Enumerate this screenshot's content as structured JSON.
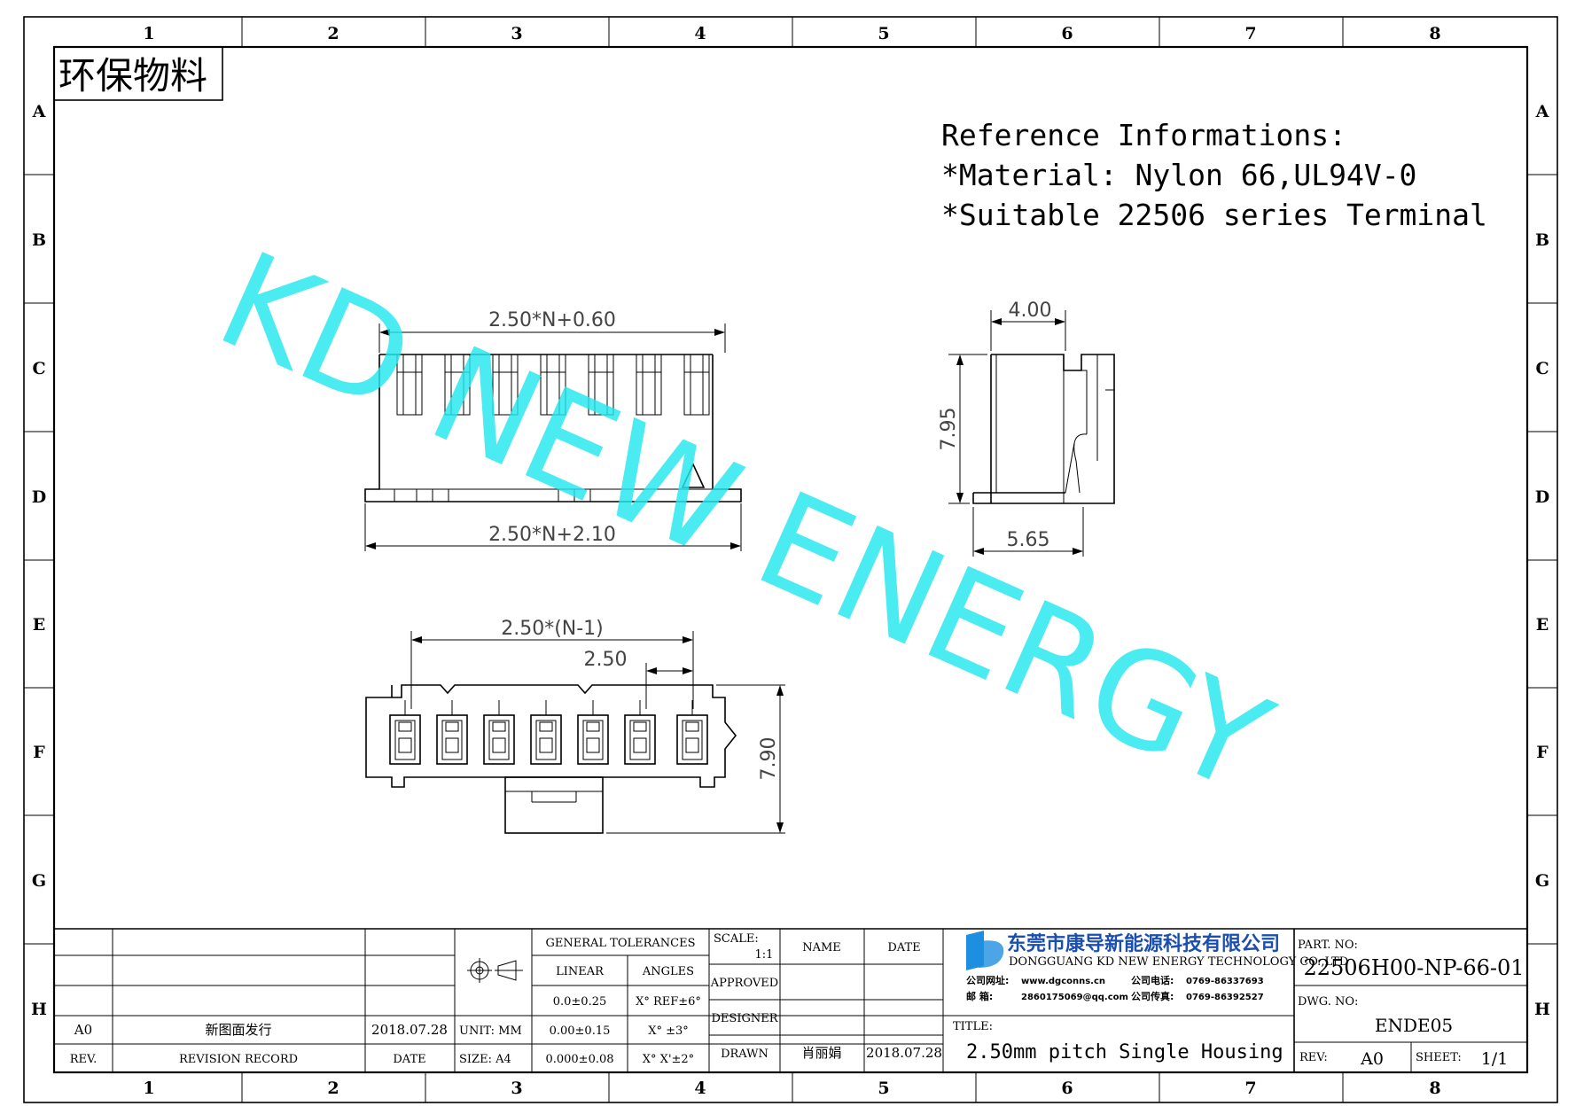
{
  "eco_label": "环保物料",
  "reference": {
    "line1": "Reference Informations:",
    "line2": "*Material: Nylon 66,UL94V-0",
    "line3": "*Suitable 22506 series Terminal"
  },
  "watermark": "KD NEW ENERGY",
  "zones": {
    "columns": [
      "1",
      "2",
      "3",
      "4",
      "5",
      "6",
      "7",
      "8"
    ],
    "rows": [
      "A",
      "B",
      "C",
      "D",
      "E",
      "F",
      "G",
      "H"
    ]
  },
  "dimensions": {
    "top_width": "2.50*N+0.60",
    "bottom_width": "2.50*N+2.10",
    "side_width": "4.00",
    "side_height": "7.95",
    "side_base": "5.65",
    "front_span": "2.50*(N-1)",
    "pitch": "2.50",
    "front_height": "7.90"
  },
  "title_block": {
    "revision": {
      "rev": "A0",
      "record": "新图面发行",
      "date": "2018.07.28",
      "col_rev": "REV.",
      "col_record": "REVISION RECORD",
      "col_date": "DATE"
    },
    "unit_label": "UNIT: MM",
    "size_label": "SIZE: A4",
    "tolerances": {
      "header": "GENERAL TOLERANCES",
      "linear_header": "LINEAR",
      "angles_header": "ANGLES",
      "linear": [
        "0.0±0.25",
        "0.00±0.15",
        "0.000±0.08"
      ],
      "angles": [
        "X° REF±6°",
        "X° ±3°",
        "X° X'±2°"
      ]
    },
    "scale_label": "SCALE:",
    "scale_value": "1:1",
    "name_header": "NAME",
    "date_header": "DATE",
    "approved_label": "APPROVED",
    "designer_label": "DESIGNER",
    "drawn_label": "DRAWN",
    "drawn_name": "肖丽娟",
    "drawn_date": "2018.07.28",
    "company": {
      "name_cn": "东莞市康导新能源科技有限公司",
      "name_en": "DONGGUANG KD NEW ENERGY TECHNOLOGY CO.,LTD",
      "website_label": "公司网址:",
      "website": "www.dgconns.cn",
      "phone_label": "公司电话:",
      "phone": "0769-86337693",
      "email_label": "邮    箱:",
      "email": "2860175069@qq.com",
      "fax_label": "公司传真:",
      "fax": "0769-86392527"
    },
    "title_label": "TITLE:",
    "title": "2.50mm pitch Single Housing",
    "part_no_label": "PART. NO:",
    "part_no": "22506H00-NP-66-01",
    "dwg_no_label": "DWG. NO:",
    "dwg_no": "ENDE05",
    "rev_label": "REV:",
    "rev_value": "A0",
    "sheet_label": "SHEET:",
    "sheet_value": "1/1"
  }
}
